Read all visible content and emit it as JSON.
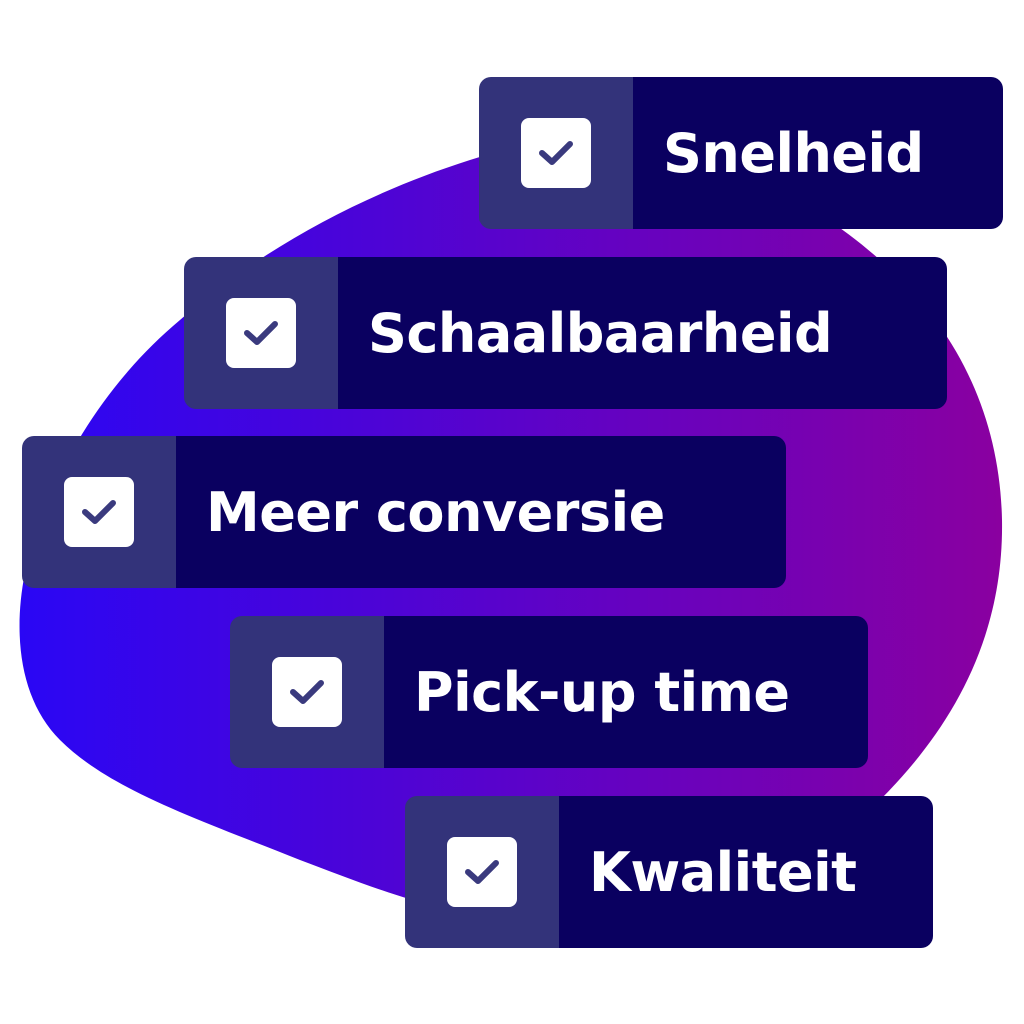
{
  "colors": {
    "blob_gradient_start": "#2a06f5",
    "blob_gradient_end": "#8a00a0",
    "card_check_area": "#33337a",
    "card_label_area": "#0a0060",
    "checkbox_fill": "#ffffff",
    "checkmark": "#3a3a7e",
    "label_text": "#ffffff"
  },
  "icons": {
    "check": "checkmark-icon"
  },
  "items": [
    {
      "label": "Snelheid",
      "checked": true
    },
    {
      "label": "Schaalbaarheid",
      "checked": true
    },
    {
      "label": "Meer conversie",
      "checked": true
    },
    {
      "label": "Pick-up time",
      "checked": true
    },
    {
      "label": "Kwaliteit",
      "checked": true
    }
  ]
}
